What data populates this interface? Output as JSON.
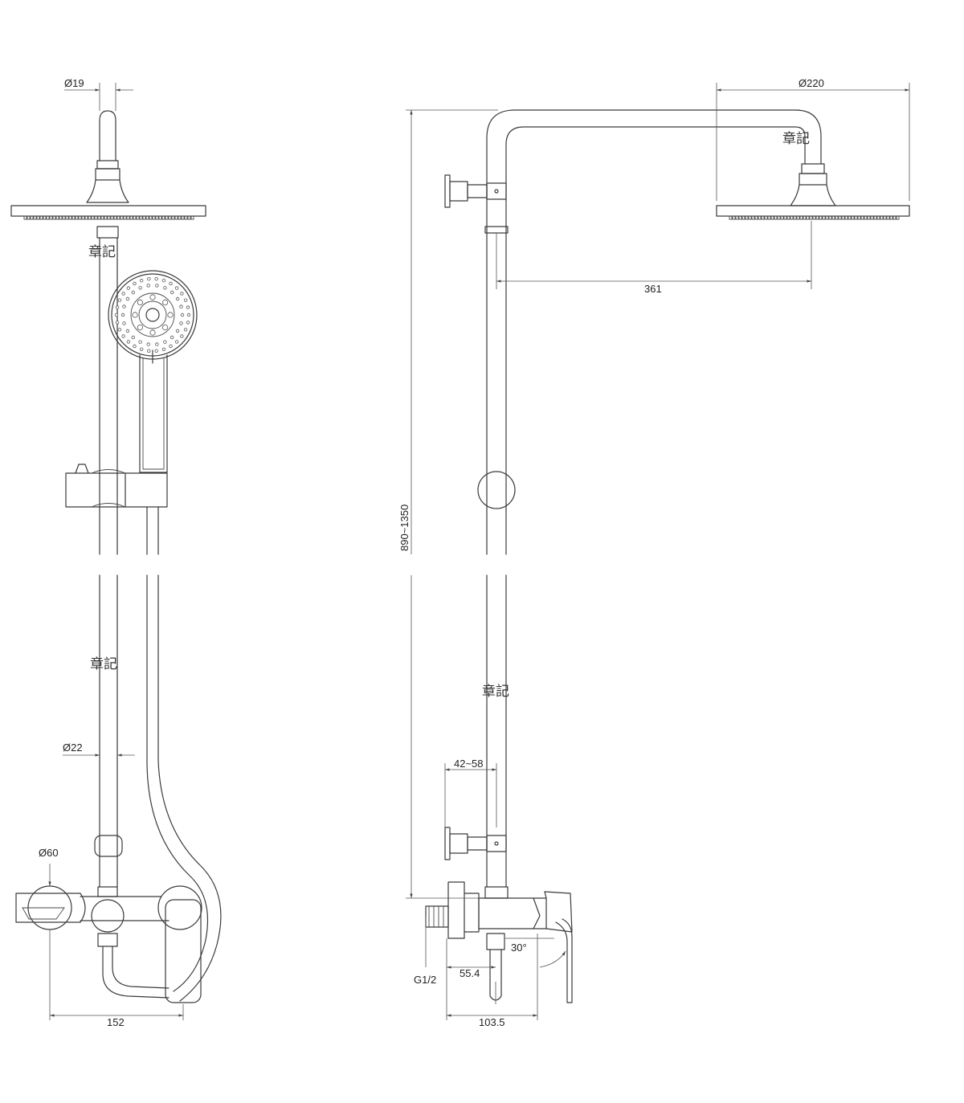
{
  "front_view": {
    "dia_riser_top": "Ø19",
    "dia_rail": "Ø22",
    "dia_flange": "Ø60",
    "width_total": "152",
    "stamp_top": "章記",
    "stamp_mid": "章記"
  },
  "side_view": {
    "dia_head": "Ø220",
    "arm_reach": "361",
    "height_range": "890~1350",
    "wall_offset": "42~58",
    "inlet_thread": "G1/2",
    "inlet_depth": "55.4",
    "body_depth": "103.5",
    "lever_angle": "30°",
    "stamp_head": "章記",
    "stamp_mid": "章記"
  }
}
